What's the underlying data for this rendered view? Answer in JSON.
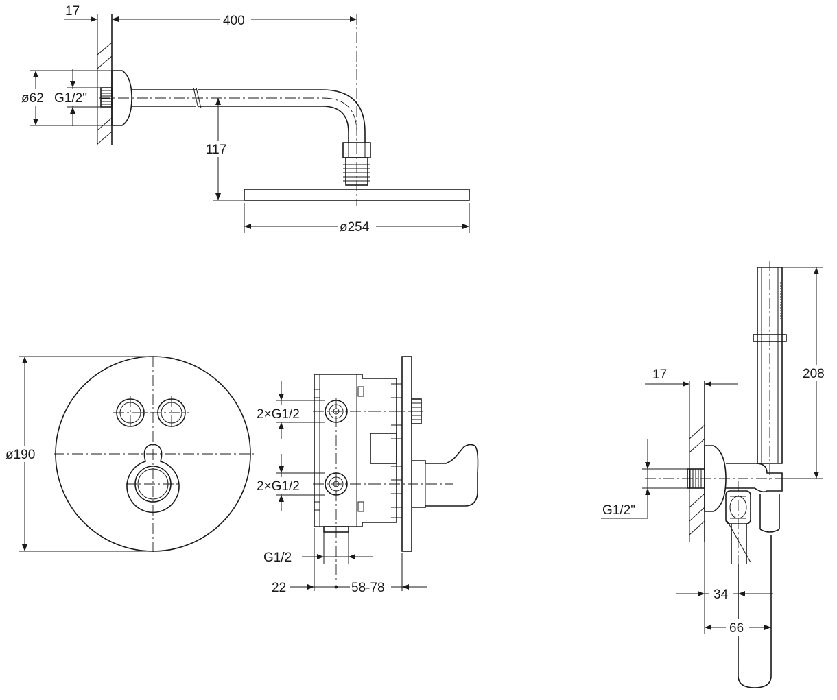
{
  "diagram": {
    "subject": "Concealed thermostatic shower set - technical dimension drawing",
    "views": {
      "shower_arm": {
        "labels": {
          "wall_offset": "17",
          "arm_length": "400",
          "flange_diameter": "ø62",
          "thread": "G1/2\"",
          "drop_height": "117",
          "head_diameter": "ø254"
        }
      },
      "mixer_front": {
        "labels": {
          "plate_diameter": "ø190"
        }
      },
      "mixer_side": {
        "labels": {
          "upper_ports": "2×G1/2",
          "lower_ports": "2×G1/2",
          "bottom_port": "G1/2",
          "depth_min": "22",
          "depth_range": "58-78"
        }
      },
      "hand_shower": {
        "labels": {
          "wall_offset": "17",
          "handset_length": "208",
          "thread": "G1/2\"",
          "outlet_distance": "34",
          "overall_depth": "66"
        }
      }
    }
  }
}
